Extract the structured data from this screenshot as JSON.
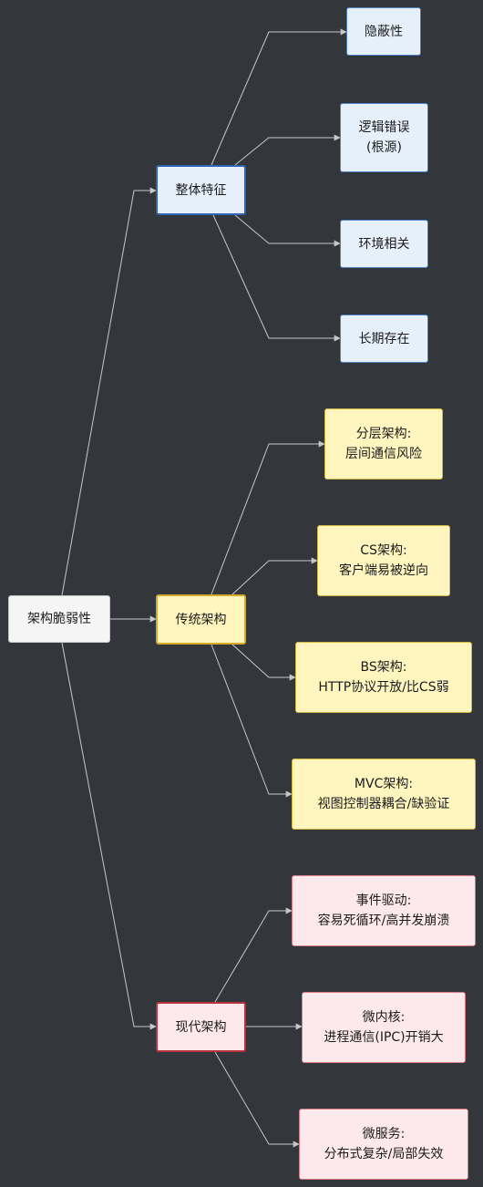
{
  "colors": {
    "background": "#33363b",
    "edge": "#c8c8c8",
    "blue_fill": "#e5f0fb",
    "yellow_fill": "#fff6bf",
    "pink_fill": "#fde9ec"
  },
  "root": {
    "label": "架构脆弱性"
  },
  "categories": [
    {
      "label": "整体特征",
      "children": [
        {
          "lines": [
            "隐蔽性"
          ]
        },
        {
          "lines": [
            "逻辑错误",
            "(根源)"
          ]
        },
        {
          "lines": [
            "环境相关"
          ]
        },
        {
          "lines": [
            "长期存在"
          ]
        }
      ]
    },
    {
      "label": "传统架构",
      "children": [
        {
          "lines": [
            "分层架构:",
            "层间通信风险"
          ]
        },
        {
          "lines": [
            "CS架构:",
            "客户端易被逆向"
          ]
        },
        {
          "lines": [
            "BS架构:",
            "HTTP协议开放/比CS弱"
          ]
        },
        {
          "lines": [
            "MVC架构:",
            "视图控制器耦合/缺验证"
          ]
        }
      ]
    },
    {
      "label": "现代架构",
      "children": [
        {
          "lines": [
            "事件驱动:",
            "容易死循环/高并发崩溃"
          ]
        },
        {
          "lines": [
            "微内核:",
            "进程通信(IPC)开销大"
          ]
        },
        {
          "lines": [
            "微服务:",
            "分布式复杂/局部失效"
          ]
        }
      ]
    }
  ]
}
